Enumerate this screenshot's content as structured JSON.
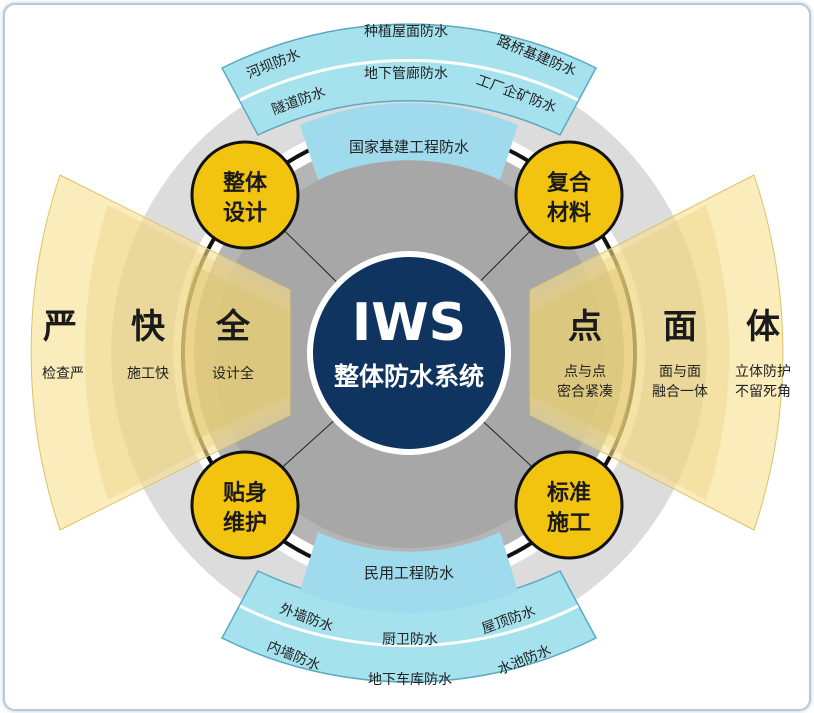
{
  "center": {
    "title": "IWS",
    "subtitle": "整体防水系统"
  },
  "nodes": [
    {
      "line1": "整体",
      "line2": "设计"
    },
    {
      "line1": "复合",
      "line2": "材料"
    },
    {
      "line1": "贴身",
      "line2": "维护"
    },
    {
      "line1": "标准",
      "line2": "施工"
    }
  ],
  "top_band": "国家基建工程防水",
  "bottom_band": "民用工程防水",
  "top_items": [
    "河坝防水",
    "种植屋面防水",
    "路桥基建防水",
    "隧道防水",
    "地下管廊防水",
    "工厂企矿防水"
  ],
  "bottom_items": [
    "外墙防水",
    "厨卫防水",
    "屋顶防水",
    "内墙防水",
    "地下车库防水",
    "水池防水"
  ],
  "left": [
    {
      "big": "严",
      "small": "检查严"
    },
    {
      "big": "快",
      "small": "施工快"
    },
    {
      "big": "全",
      "small": "设计全"
    }
  ],
  "right": [
    {
      "big": "点",
      "small1": "点与点",
      "small2": "密合紧凑"
    },
    {
      "big": "面",
      "small1": "面与面",
      "small2": "融合一体"
    },
    {
      "big": "体",
      "small1": "立体防护",
      "small2": "不留死角"
    }
  ],
  "colors": {
    "navy": "#0f3460",
    "gold": "#f2c40f",
    "cyan": "#a8e3ef",
    "cream": "#f8e7a8",
    "ring": "#d6d6d6",
    "core": "#a9a9a9"
  }
}
